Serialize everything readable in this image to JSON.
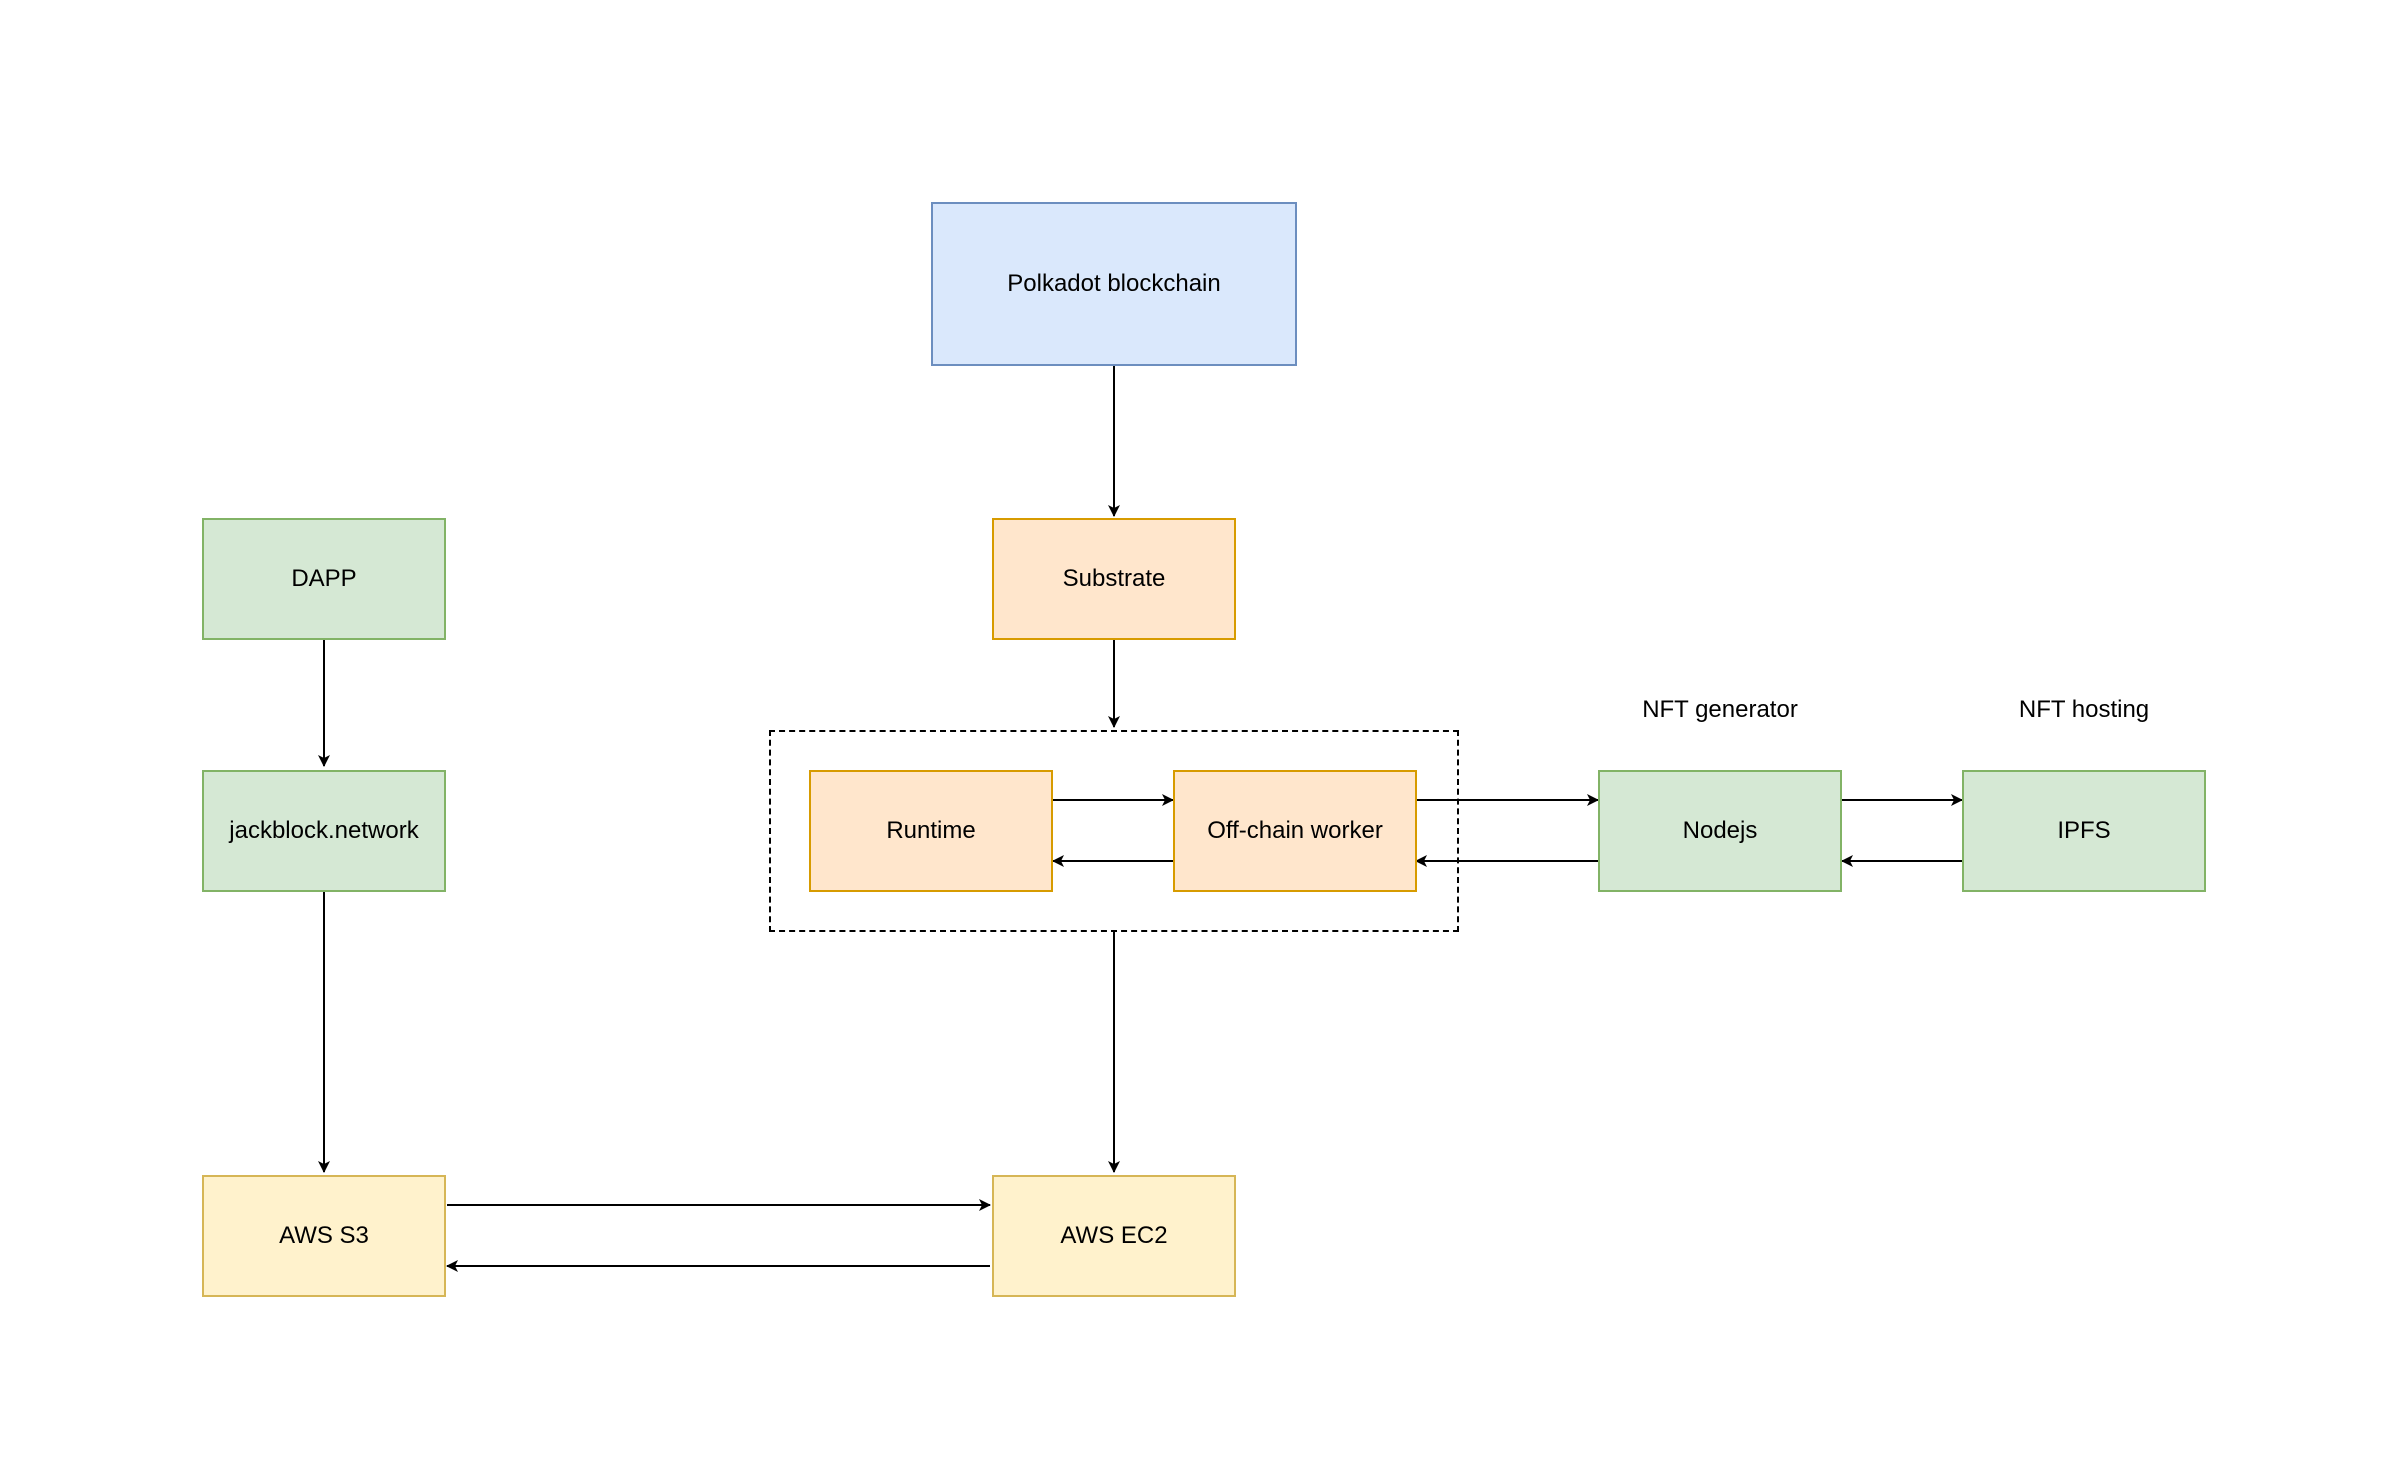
{
  "diagram": {
    "nodes": {
      "polkadot": "Polkadot blockchain",
      "substrate": "Substrate",
      "dapp": "DAPP",
      "jackblock": "jackblock.network",
      "runtime": "Runtime",
      "offchain": "Off-chain worker",
      "nodejs": "Nodejs",
      "ipfs": "IPFS",
      "aws_s3": "AWS S3",
      "aws_ec2": "AWS EC2"
    },
    "labels": {
      "nft_generator": "NFT generator",
      "nft_hosting": "NFT hosting"
    },
    "colors": {
      "blue_fill": "#dae8fc",
      "orange_fill": "#ffe6cc",
      "green_fill": "#d5e8d4",
      "yellow_fill": "#fff2cc"
    },
    "edges": [
      {
        "from": "Polkadot blockchain",
        "to": "Substrate"
      },
      {
        "from": "Substrate",
        "to": "Runtime / Off-chain worker group"
      },
      {
        "from": "DAPP",
        "to": "jackblock.network"
      },
      {
        "from": "jackblock.network",
        "to": "AWS S3"
      },
      {
        "from": "Runtime",
        "to": "Off-chain worker"
      },
      {
        "from": "Off-chain worker",
        "to": "Runtime"
      },
      {
        "from": "Off-chain worker",
        "to": "Nodejs"
      },
      {
        "from": "Nodejs",
        "to": "Off-chain worker"
      },
      {
        "from": "Nodejs",
        "to": "IPFS"
      },
      {
        "from": "IPFS",
        "to": "Nodejs"
      },
      {
        "from": "Runtime / Off-chain worker group",
        "to": "AWS EC2"
      },
      {
        "from": "AWS S3",
        "to": "AWS EC2"
      },
      {
        "from": "AWS EC2",
        "to": "AWS S3"
      }
    ]
  }
}
